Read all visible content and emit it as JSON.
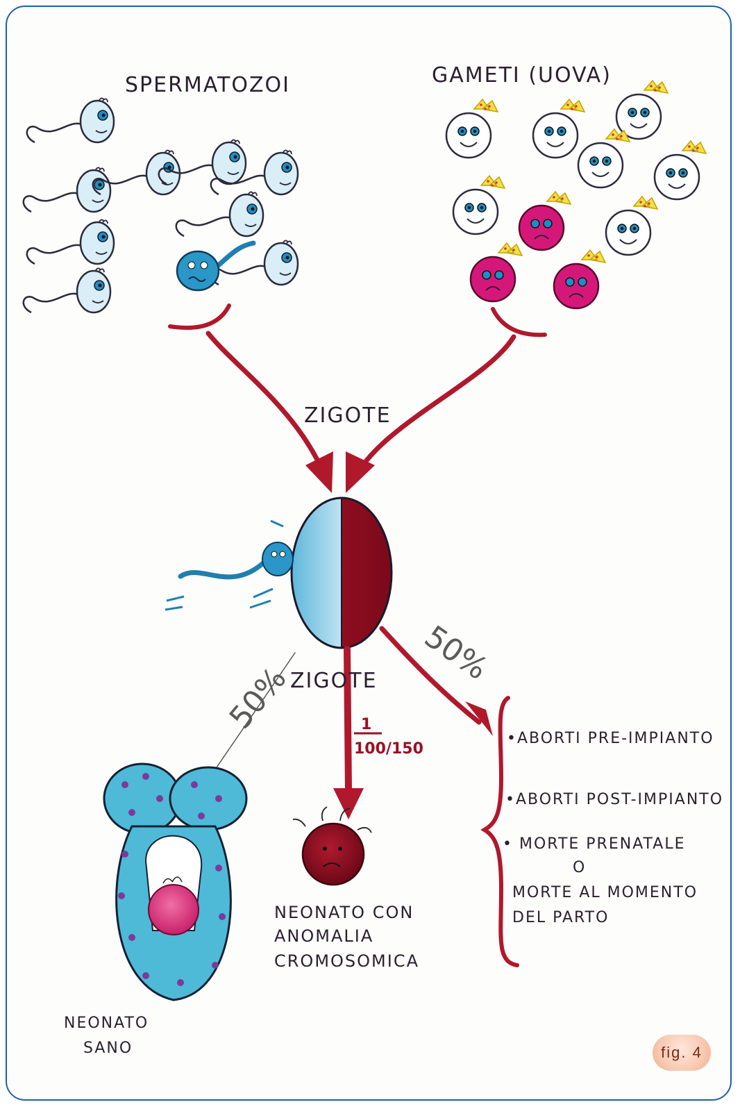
{
  "labels": {
    "sperm": "SPERMATOZOI",
    "gametes": "GAMETI (UOVA)",
    "zygote_top": "ZIGOTE",
    "zygote_mid": "ZIGOTE",
    "pct_left": "50%",
    "pct_right": "50%",
    "frac_num": "1",
    "frac_den": "100/150",
    "newborn_anomaly_line1": "NEONATO CON",
    "newborn_anomaly_line2": "ANOMALIA",
    "newborn_anomaly_line3": "CROMOSOMICA",
    "healthy_line1": "NEONATO",
    "healthy_line2": "SANO",
    "outcome1": "•ABORTI PRE-IMPIANTO",
    "outcome2": "•ABORTI POST-IMPIANTO",
    "outcome3": "• MORTE PRENATALE",
    "outcome_or": "O",
    "outcome4_line1": "MORTE AL MOMENTO",
    "outcome4_line2": "DEL PARTO"
  },
  "badge": "fig. 4",
  "colors": {
    "frame": "#1f5fa8",
    "arrow": "#b0182c",
    "sperm_fill": "#d8ecf5",
    "sperm_abnormal": "#2a97c8",
    "egg_normal": "#ffffff",
    "egg_abnormal": "#d6177a",
    "bow": "#f5e04a",
    "zygote_left": "#7fc7e4",
    "zygote_right": "#9b1024",
    "blanket": "#4fb9d8",
    "baby": "#e0407f"
  }
}
